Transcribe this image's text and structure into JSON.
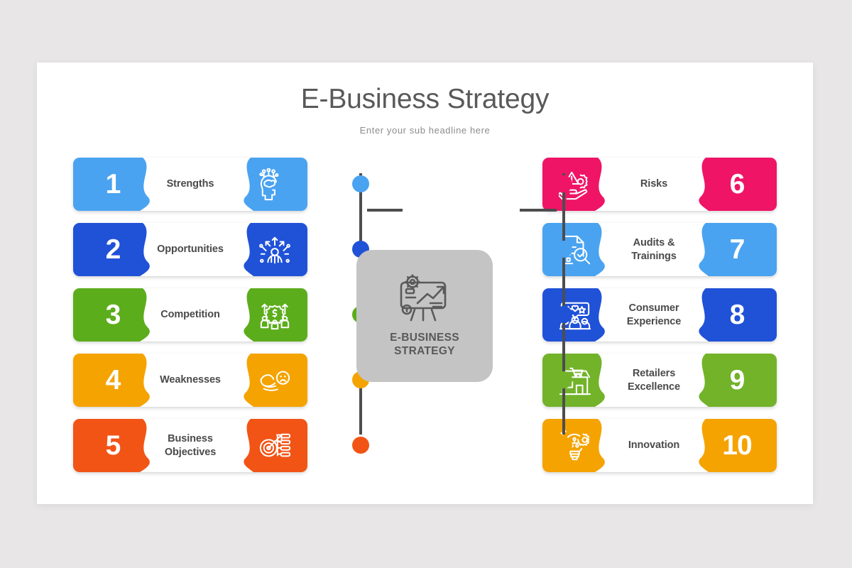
{
  "slide": {
    "title": "E-Business Strategy",
    "subtitle": "Enter your sub headline here",
    "background": "#ffffff",
    "page_background": "#e8e6e6"
  },
  "center": {
    "label": "E-BUSINESS\nSTRATEGY",
    "icon": "presentation-board-chart-icon",
    "background": "#c4c4c4",
    "text_color": "#595959"
  },
  "connectors": {
    "line_color": "#4d4d4d",
    "left_dots": [
      "#4aa3f0",
      "#2052d8",
      "#5cad1c",
      "#f5a300",
      "#f25416"
    ],
    "right_dots": [
      "#ef1466",
      "#4aa3f0",
      "#2052d8",
      "#72b32a",
      "#f5a300"
    ],
    "left_spur_index": 2,
    "right_spur_index": 2
  },
  "left_column": [
    {
      "number": "1",
      "label": "Strengths",
      "color": "#4aa3f0",
      "icon": "brain-head-icon"
    },
    {
      "number": "2",
      "label": "Opportunities",
      "color": "#2052d8",
      "icon": "arrows-person-icon"
    },
    {
      "number": "3",
      "label": "Competition",
      "color": "#5cad1c",
      "icon": "money-growth-people-icon"
    },
    {
      "number": "4",
      "label": "Weaknesses",
      "color": "#f5a300",
      "icon": "weak-arm-sad-icon"
    },
    {
      "number": "5",
      "label": "Business\nObjectives",
      "color": "#f25416",
      "icon": "target-checklist-icon"
    }
  ],
  "right_column": [
    {
      "number": "6",
      "label": "Risks",
      "color": "#ef1466",
      "icon": "hand-warning-gear-icon"
    },
    {
      "number": "7",
      "label": "Audits &\nTrainings",
      "color": "#4aa3f0",
      "icon": "document-magnifier-check-icon"
    },
    {
      "number": "8",
      "label": "Consumer\nExperience",
      "color": "#2052d8",
      "icon": "people-review-bubble-icon"
    },
    {
      "number": "9",
      "label": "Retailers\nExcellence",
      "color": "#72b32a",
      "icon": "storefront-cart-icon"
    },
    {
      "number": "10",
      "label": "Innovation",
      "color": "#f5a300",
      "icon": "lightbulb-gear-icon"
    }
  ]
}
